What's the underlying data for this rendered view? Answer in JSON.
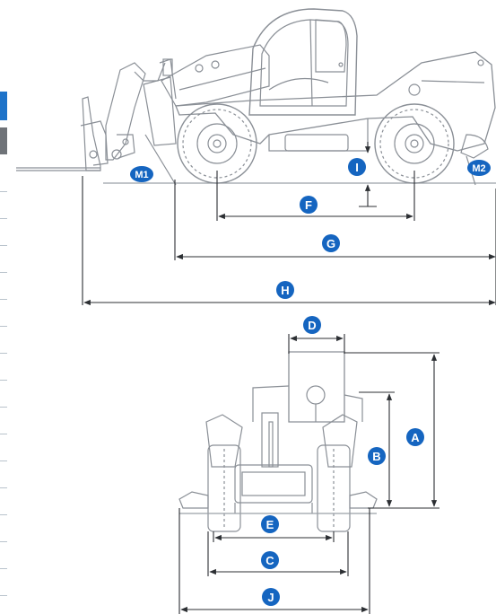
{
  "colors": {
    "badge": "#1565c0",
    "line": "#8a8f96",
    "dimension": "#2c2f33",
    "tab_blue": "#1e73c9",
    "tab_gray": "#6f7378"
  },
  "labels": {
    "m1": "M1",
    "m2": "M2",
    "f": "F",
    "g": "G",
    "h": "H",
    "i": "I",
    "d": "D",
    "a": "A",
    "b": "B",
    "e": "E",
    "c": "C",
    "j": "J"
  }
}
